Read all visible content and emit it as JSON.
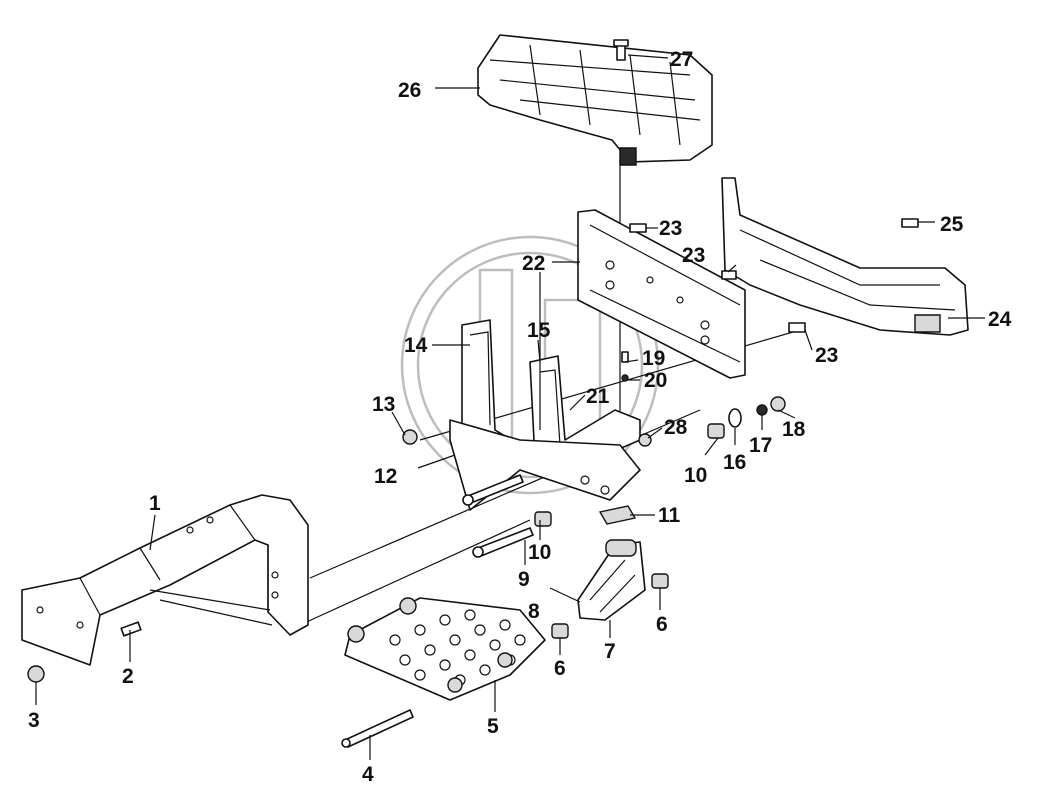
{
  "title": "",
  "callouts": [
    {
      "id": "c1",
      "label": "1"
    },
    {
      "id": "c2",
      "label": "2"
    },
    {
      "id": "c3",
      "label": "3"
    },
    {
      "id": "c4",
      "label": "4"
    },
    {
      "id": "c5",
      "label": "5"
    },
    {
      "id": "c6a",
      "label": "6"
    },
    {
      "id": "c6b",
      "label": "6"
    },
    {
      "id": "c7",
      "label": "7"
    },
    {
      "id": "c8",
      "label": "8"
    },
    {
      "id": "c9",
      "label": "9"
    },
    {
      "id": "c10a",
      "label": "10"
    },
    {
      "id": "c10b",
      "label": "10"
    },
    {
      "id": "c11",
      "label": "11"
    },
    {
      "id": "c12",
      "label": "12"
    },
    {
      "id": "c13",
      "label": "13"
    },
    {
      "id": "c14",
      "label": "14"
    },
    {
      "id": "c15",
      "label": "15"
    },
    {
      "id": "c16",
      "label": "16"
    },
    {
      "id": "c17",
      "label": "17"
    },
    {
      "id": "c18",
      "label": "18"
    },
    {
      "id": "c19",
      "label": "19"
    },
    {
      "id": "c20",
      "label": "20"
    },
    {
      "id": "c21",
      "label": "21"
    },
    {
      "id": "c22",
      "label": "22"
    },
    {
      "id": "c23a",
      "label": "23"
    },
    {
      "id": "c23b",
      "label": "23"
    },
    {
      "id": "c23c",
      "label": "23"
    },
    {
      "id": "c24",
      "label": "24"
    },
    {
      "id": "c25",
      "label": "25"
    },
    {
      "id": "c26",
      "label": "26"
    },
    {
      "id": "c27",
      "label": "27"
    },
    {
      "id": "c28",
      "label": "28"
    }
  ]
}
